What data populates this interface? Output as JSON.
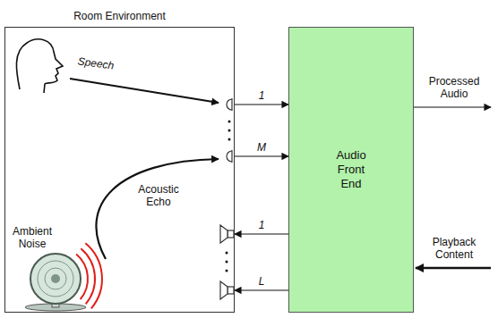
{
  "diagram": {
    "nodes": [
      {
        "text": [
          "Room Environment"
        ]
      },
      {
        "text": [
          "Audio Front End"
        ]
      }
    ],
    "edges": [
      {
        "from": 0,
        "to": 1,
        "arrow": "to",
        "label": "1"
      },
      {
        "from": 0,
        "to": 1,
        "arrow": "to",
        "label": "M"
      },
      {
        "from": 1,
        "to": 0,
        "arrow": "to",
        "label": "1"
      },
      {
        "from": 1,
        "to": 0,
        "arrow": "to",
        "label": "L"
      }
    ],
    "labels": [
      "Speech",
      "Acoustic Echo",
      "Ambient Noise",
      "Processed Audio",
      "Playback Content"
    ]
  }
}
